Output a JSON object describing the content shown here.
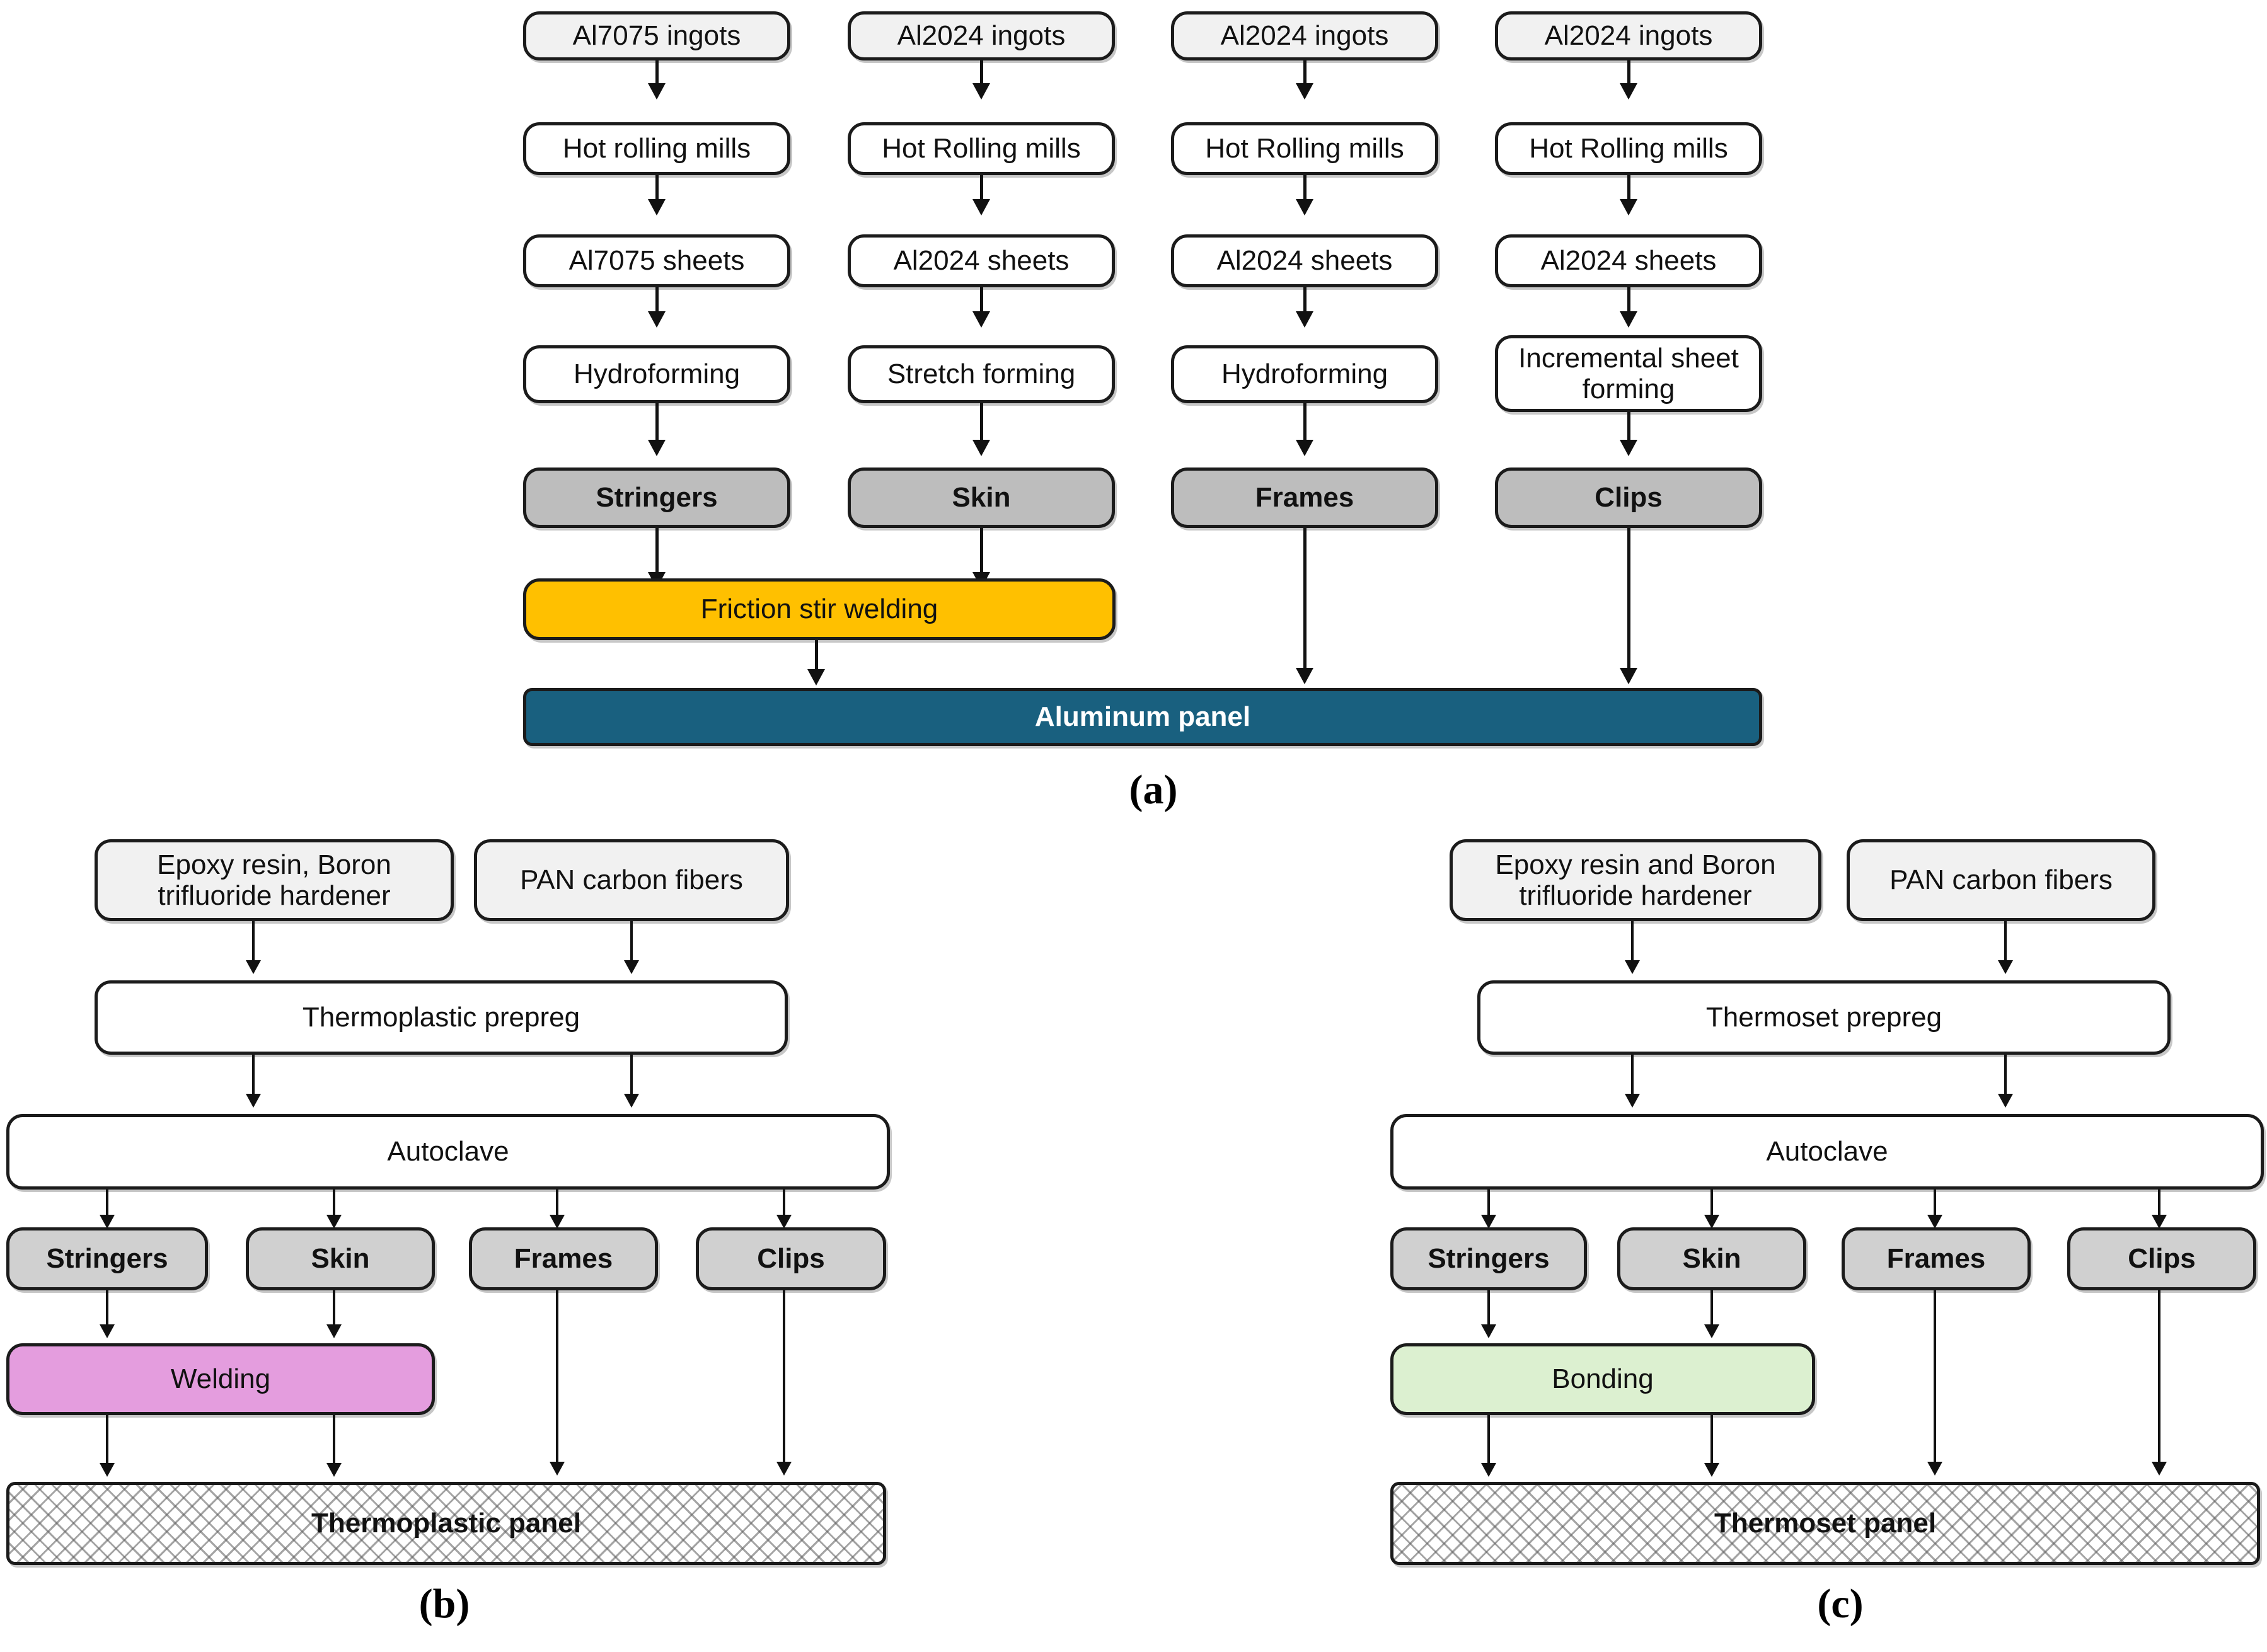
{
  "figure": {
    "type": "process-flow-diagram",
    "panel_captions": [
      "(a)",
      "(b)",
      "(c)"
    ],
    "colors": {
      "source_box": "#f1f1f1",
      "process_box": "#ffffff",
      "part_box_a": "#bdbdbd",
      "part_box_bc": "#d0d0d0",
      "friction_stir_welding": "#FFC000",
      "aluminum_panel": "#19607F",
      "welding": "#E49DDE",
      "bonding": "#DCF0D0",
      "panel_hatch": "#ffffff",
      "outline": "#1b1b1b"
    }
  },
  "panel_a": {
    "caption": "(a)",
    "columns": [
      {
        "ingot": "Al7075 ingots",
        "mill": "Hot rolling mills",
        "sheet": "Al7075 sheets",
        "forming": "Hydroforming",
        "part": "Stringers"
      },
      {
        "ingot": "Al2024 ingots",
        "mill": "Hot Rolling mills",
        "sheet": "Al2024 sheets",
        "forming": "Stretch forming",
        "part": "Skin"
      },
      {
        "ingot": "Al2024 ingots",
        "mill": "Hot Rolling mills",
        "sheet": "Al2024 sheets",
        "forming": "Hydroforming",
        "part": "Frames"
      },
      {
        "ingot": "Al2024 ingots",
        "mill": "Hot Rolling mills",
        "sheet": "Al2024 sheets",
        "forming": "Incremental sheet forming",
        "part": "Clips"
      }
    ],
    "join_process": "Friction stir welding",
    "final_panel": "Aluminum panel"
  },
  "panel_b": {
    "caption": "(b)",
    "inputs": [
      "Epoxy resin, Boron trifluoride hardener",
      "PAN carbon fibers"
    ],
    "prepreg": "Thermoplastic prepreg",
    "cure": "Autoclave",
    "parts": [
      "Stringers",
      "Skin",
      "Frames",
      "Clips"
    ],
    "join_process": "Welding",
    "final_panel": "Thermoplastic panel"
  },
  "panel_c": {
    "caption": "(c)",
    "inputs": [
      "Epoxy resin and Boron trifluoride hardener",
      "PAN carbon fibers"
    ],
    "prepreg": "Thermoset prepreg",
    "cure": "Autoclave",
    "parts": [
      "Stringers",
      "Skin",
      "Frames",
      "Clips"
    ],
    "join_process": "Bonding",
    "final_panel": "Thermoset panel"
  }
}
